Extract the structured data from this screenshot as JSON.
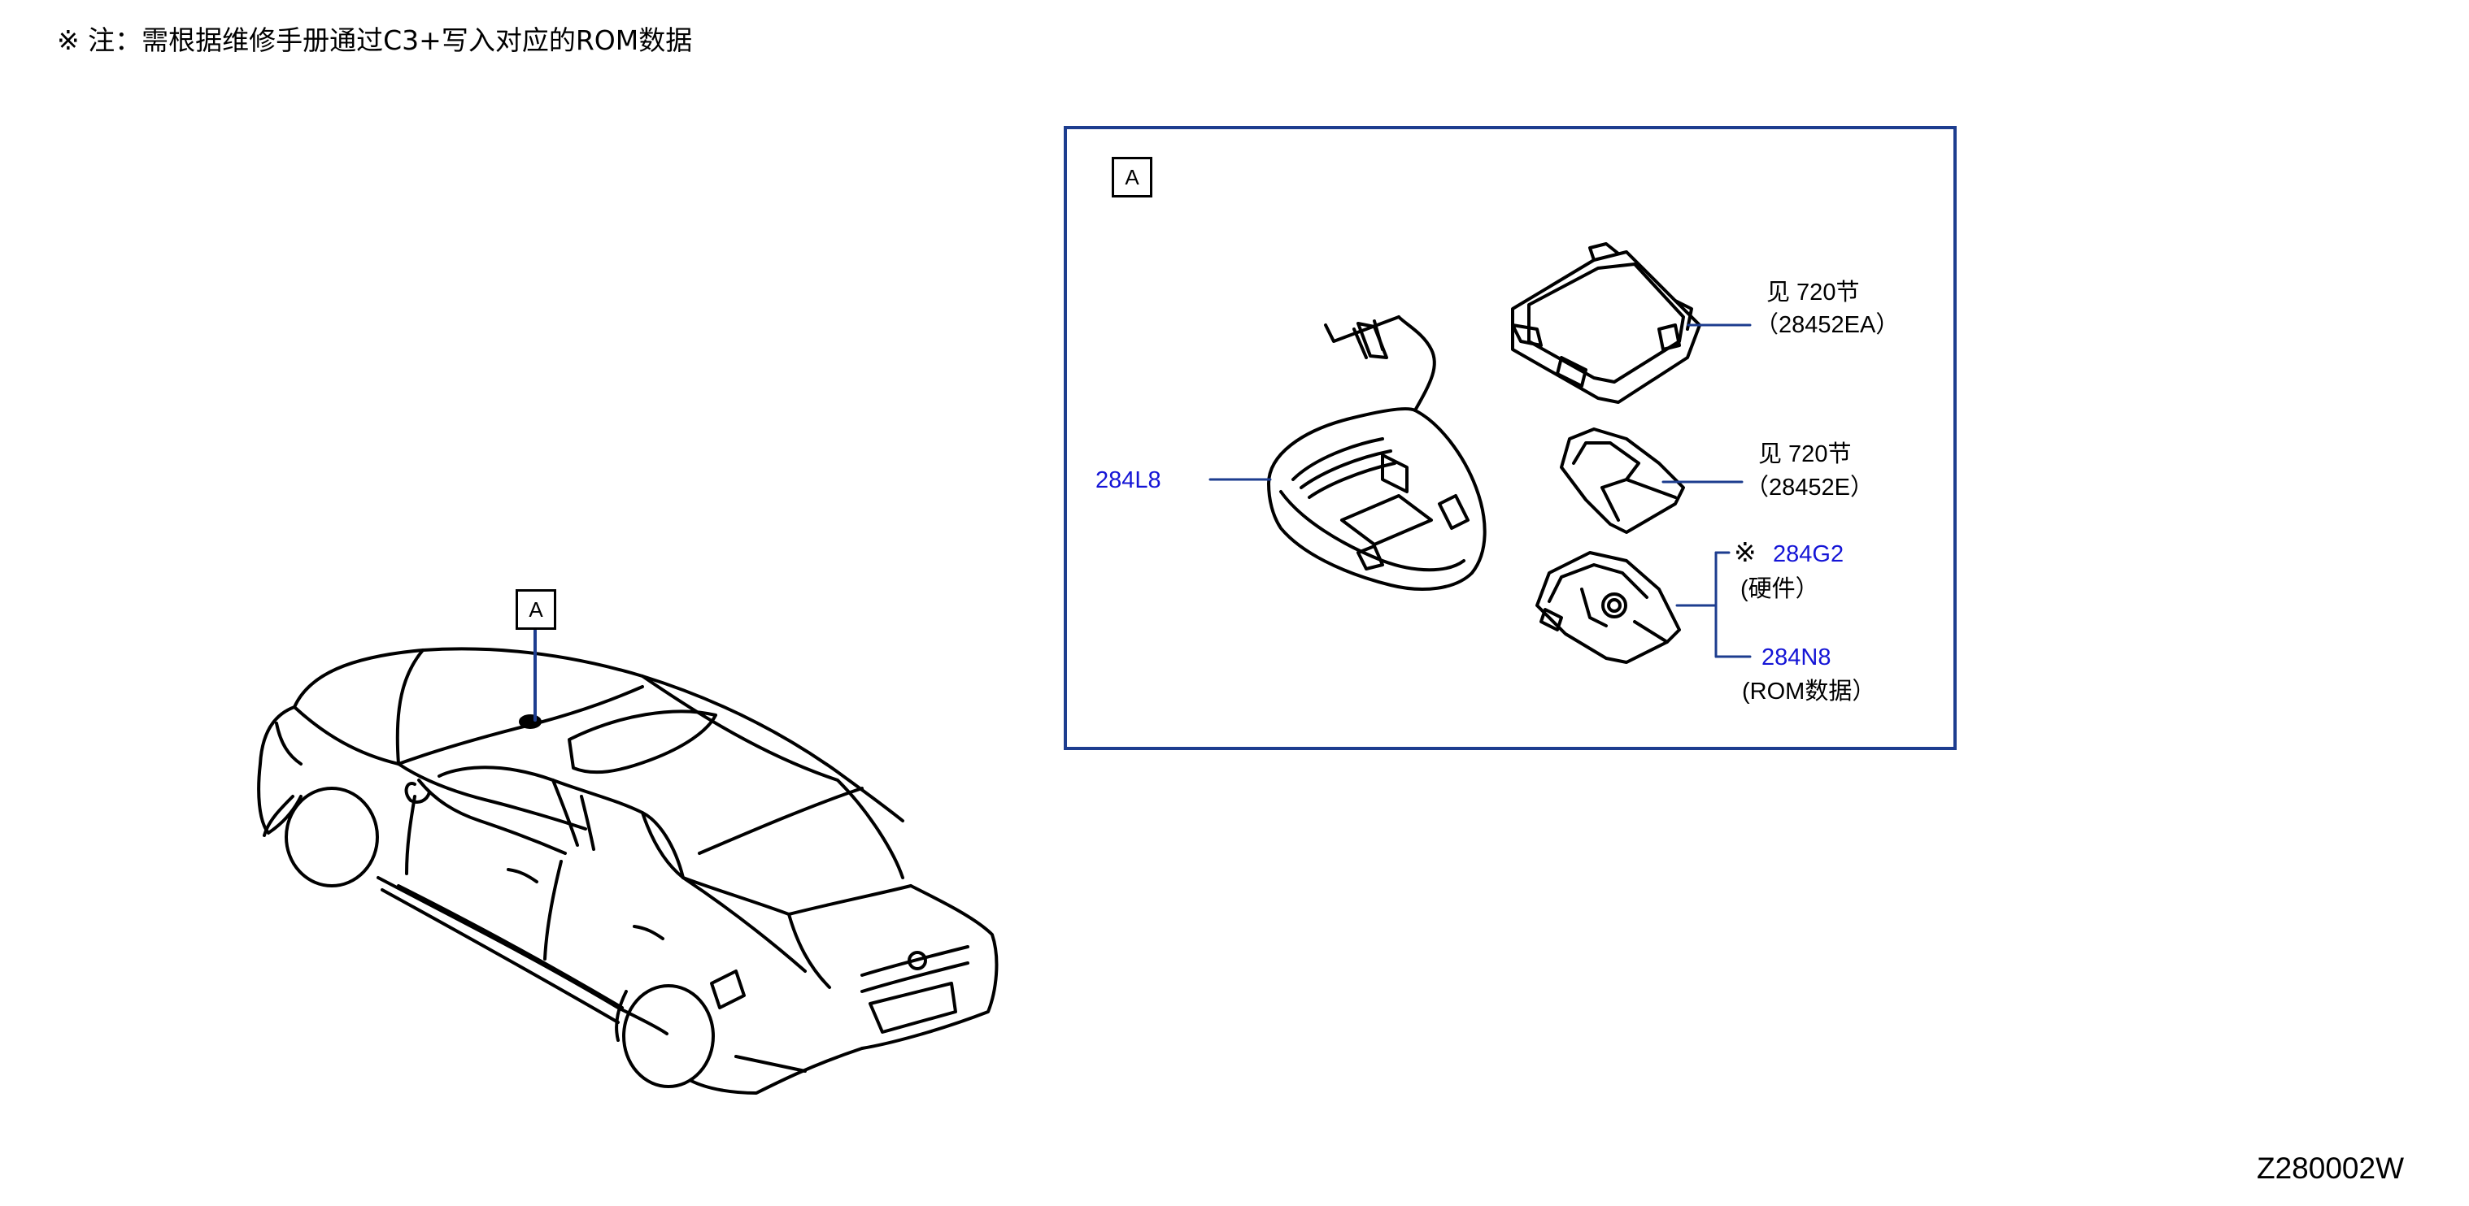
{
  "note": {
    "text": "※ 注：需根据维修手册通过C3+写入对应的ROM数据"
  },
  "overview": {
    "callout": "A"
  },
  "detail": {
    "callout": "A",
    "parts": [
      {
        "part_no": "284L8"
      },
      {
        "ref": "见 720节",
        "part_no": "（28452EA）"
      },
      {
        "ref": "见 720节",
        "part_no": "（28452E）"
      },
      {
        "mark": "※",
        "part_no": "284G2",
        "desc": "(硬件）"
      },
      {
        "part_no": "284N8",
        "desc": "(ROM数据）"
      }
    ]
  },
  "diagram_id": "Z280002W",
  "colors": {
    "frame": "#1d3d8f",
    "leader": "#1d3d8f",
    "part_link": "#1515d6",
    "line": "#000000"
  }
}
